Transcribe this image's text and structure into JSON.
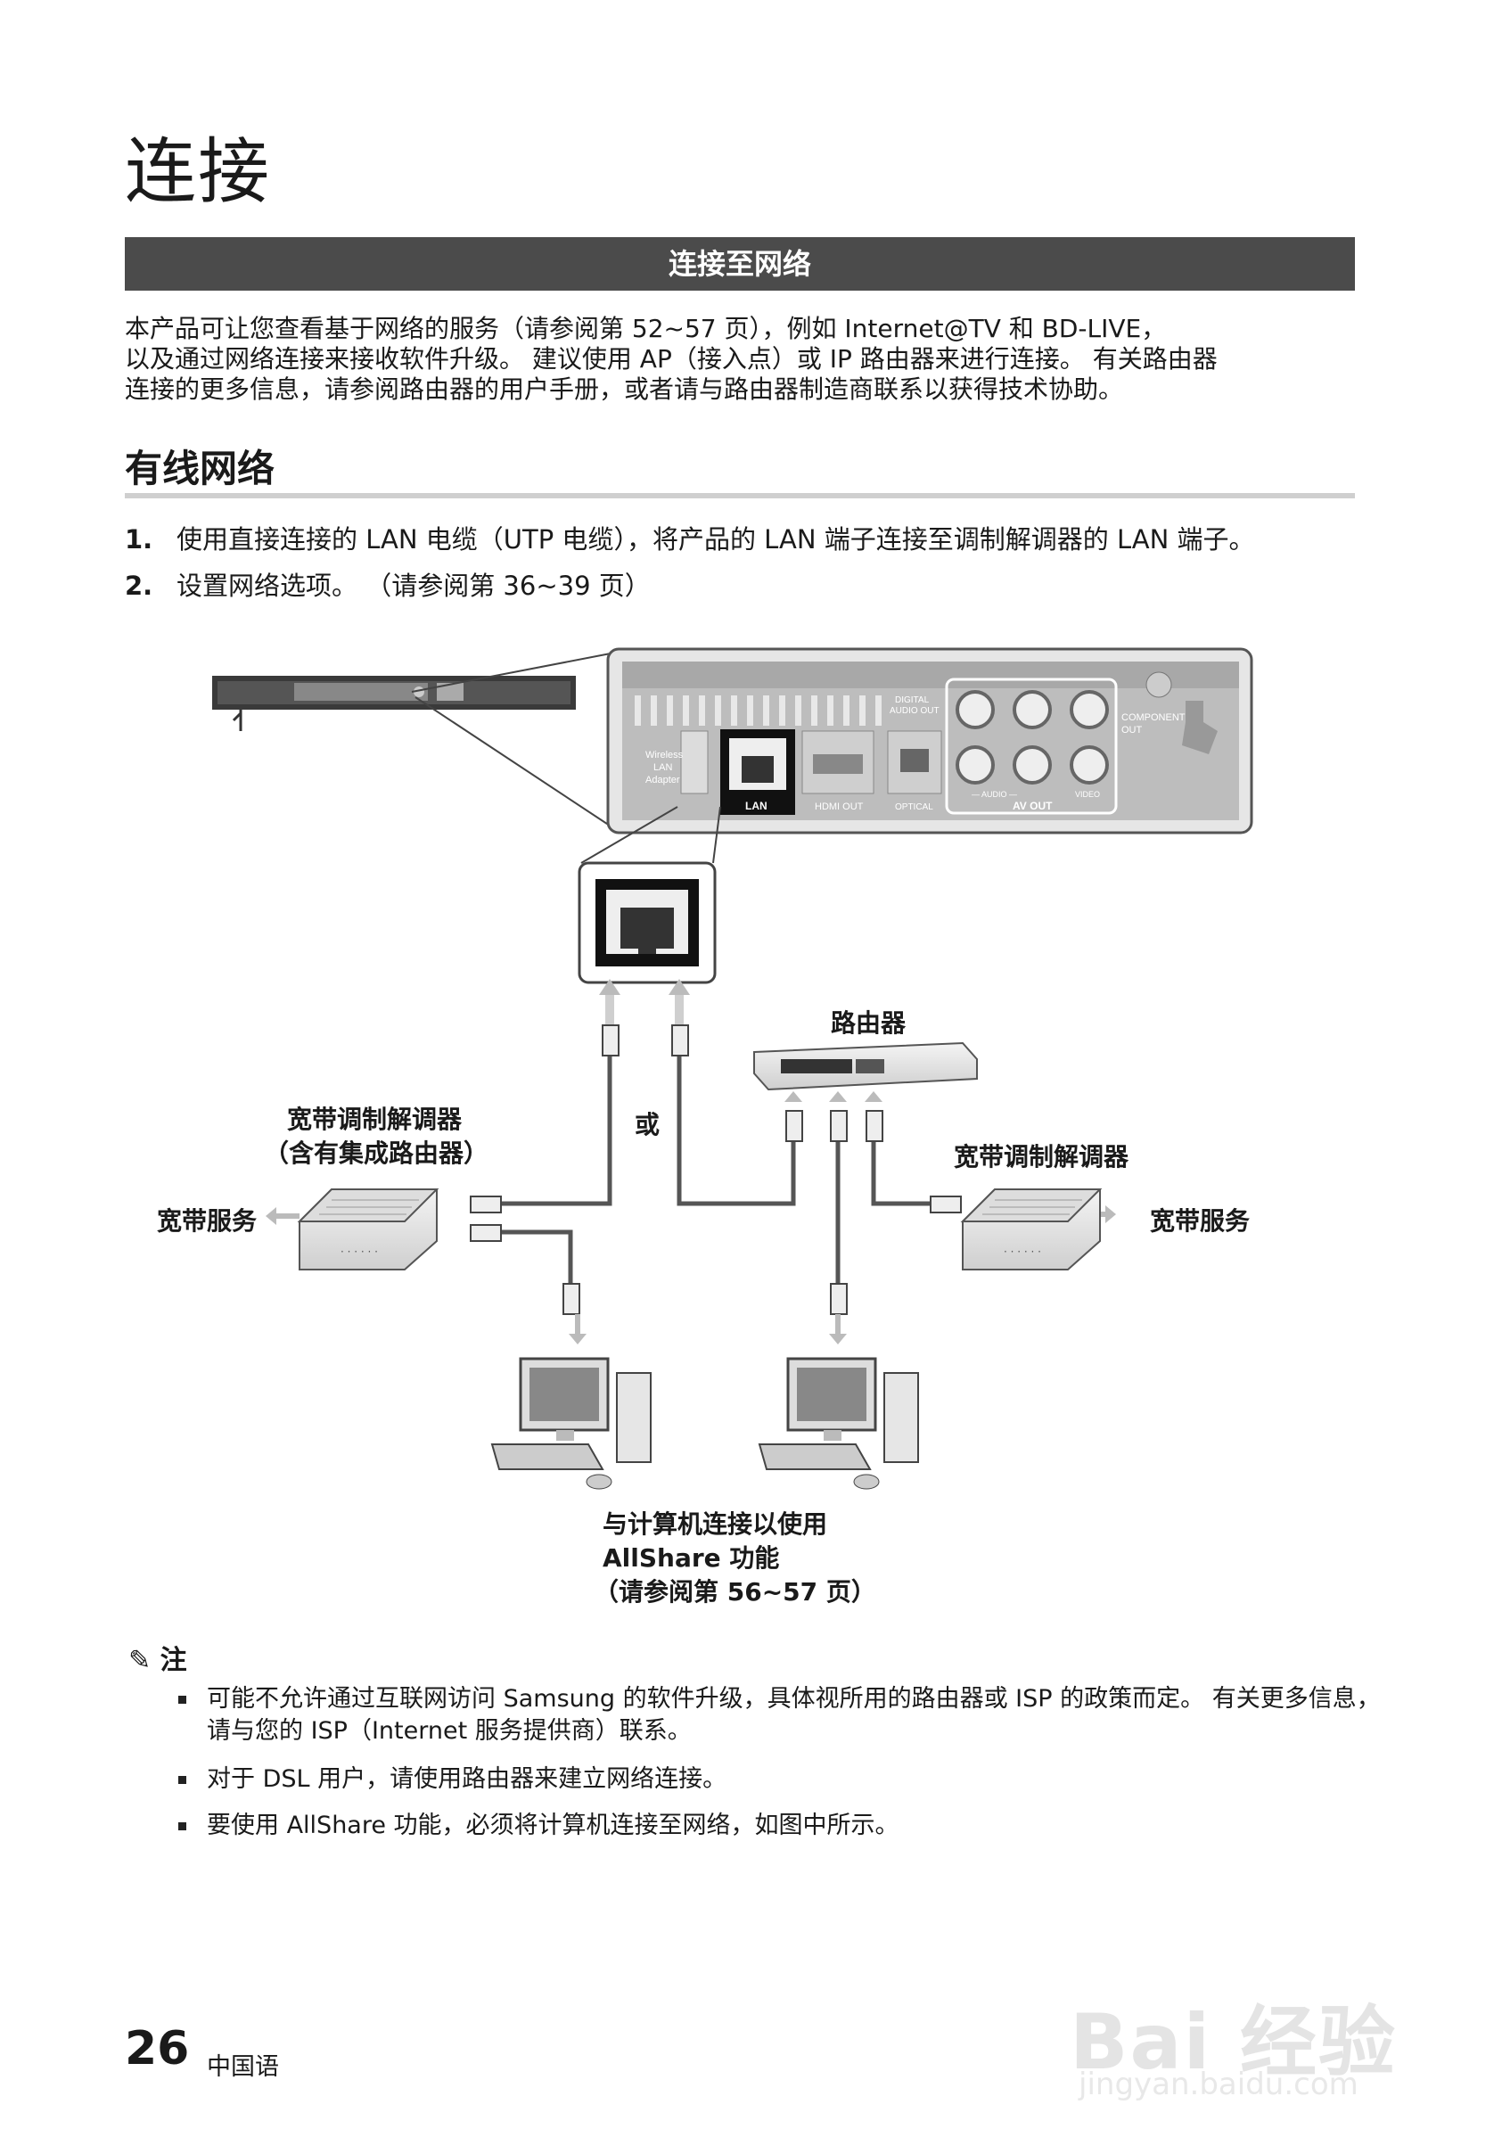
{
  "page": {
    "title": "连接",
    "section_title": "连接至网络",
    "intro": [
      "本产品可让您查看基于网络的服务（请参阅第 52~57 页），例如 Internet@TV 和 BD-LIVE，",
      "以及通过网络连接来接收软件升级。 建议使用 AP（接入点）或 IP 路由器来进行连接。 有关路由器",
      "连接的更多信息，请参阅路由器的用户手册，或者请与路由器制造商联系以获得技术协助。"
    ],
    "sub_heading": "有线网络",
    "steps": [
      {
        "num": "1.",
        "text": "使用直接连接的 LAN 电缆（UTP 电缆），将产品的 LAN 端子连接至调制解调器的 LAN 端子。"
      },
      {
        "num": "2.",
        "text": "设置网络选项。 （请参阅第 36~39 页）"
      }
    ],
    "diagram": {
      "router_label": "路由器",
      "or_label": "或",
      "modem_left_label_1": "宽带调制解调器",
      "modem_left_label_2": "（含有集成路由器）",
      "modem_right_label": "宽带调制解调器",
      "broadband_left": "宽带服务",
      "broadband_right": "宽带服务",
      "pc_caption": [
        "与计算机连接以使用",
        "AllShare 功能",
        "（请参阅第 56~57 页）"
      ],
      "panel": {
        "wireless_lan": [
          "Wireless",
          "LAN",
          "Adapter"
        ],
        "lan": "LAN",
        "hdmi_out": "HDMI OUT",
        "digital_audio_out": [
          "DIGITAL",
          "AUDIO OUT"
        ],
        "optical": "OPTICAL",
        "component_out": [
          "COMPONENT",
          "OUT"
        ],
        "audio": "— AUDIO —",
        "video": "VIDEO",
        "av_out": "AV OUT"
      }
    },
    "note_title": "注",
    "notes": [
      [
        "可能不允许通过互联网访问 Samsung 的软件升级，具体视所用的路由器或 ISP 的政策而定。 有关更多信息，",
        "请与您的 ISP（Internet 服务提供商）联系。"
      ],
      [
        "对于 DSL 用户，请使用路由器来建立网络连接。"
      ],
      [
        "要使用 AllShare 功能，必须将计算机连接至网络，如图中所示。"
      ]
    ],
    "page_number": "26",
    "language": "中国语",
    "watermark": "Bai 经验",
    "watermark_url": "jingyan.baidu.com"
  }
}
